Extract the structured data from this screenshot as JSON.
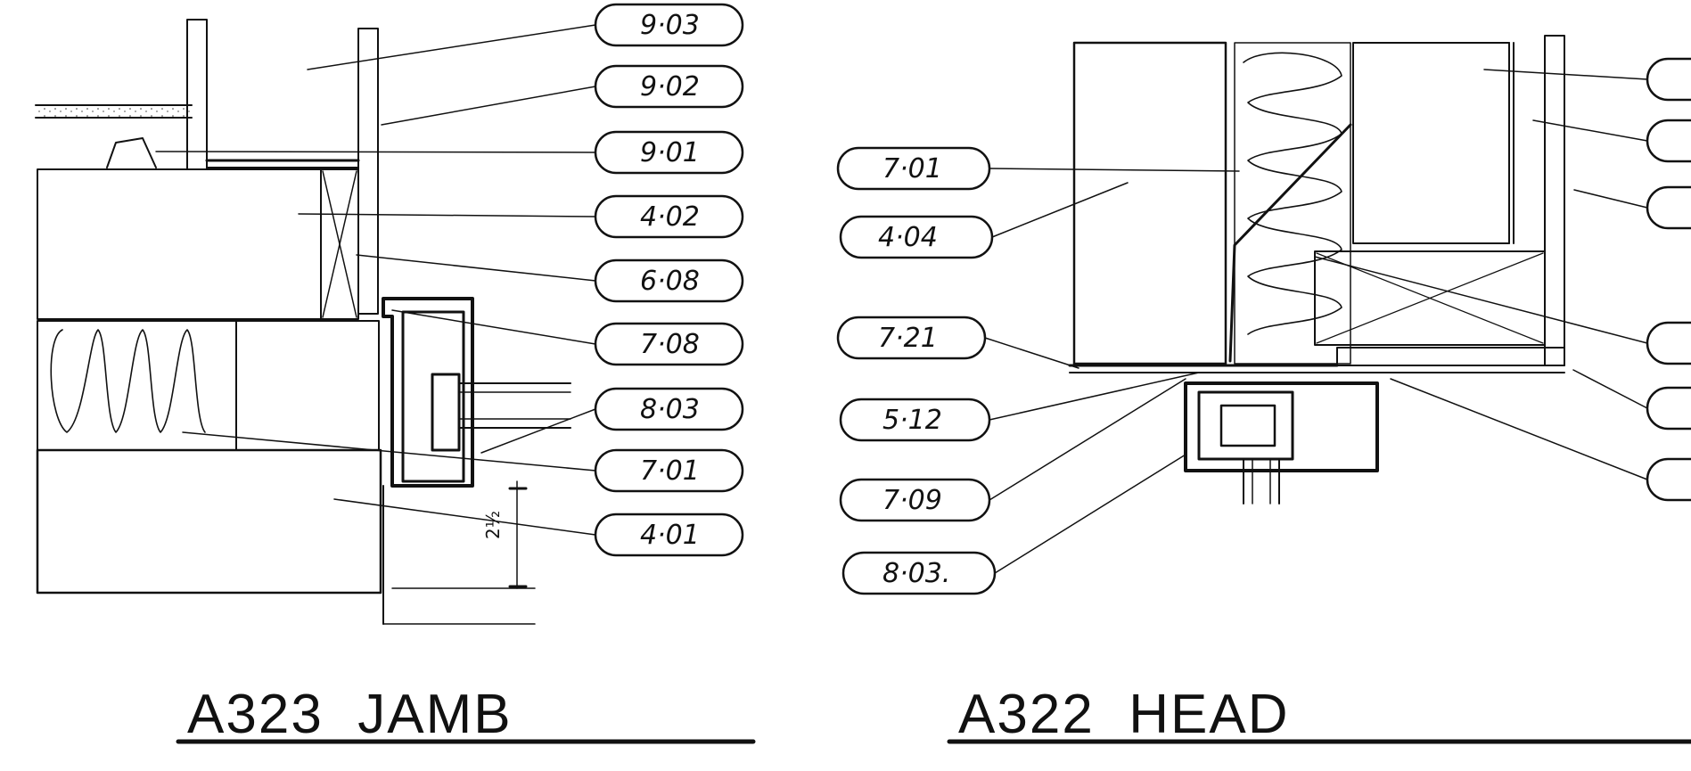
{
  "jamb": {
    "title": "A323  JAMB",
    "dimension": "2½",
    "tags": [
      "9·03",
      "9·02",
      "9·01",
      "4·02",
      "6·08",
      "7·08",
      "8·03",
      "7·01",
      "4·01"
    ]
  },
  "head": {
    "title": "A322  HEAD",
    "tags_left": [
      "7·01",
      "4·04",
      "7·21",
      "5·12",
      "7·09",
      "8·03."
    ],
    "tags_right_count": 6
  },
  "colors": {
    "ink": "#111111",
    "paper": "#ffffff"
  }
}
